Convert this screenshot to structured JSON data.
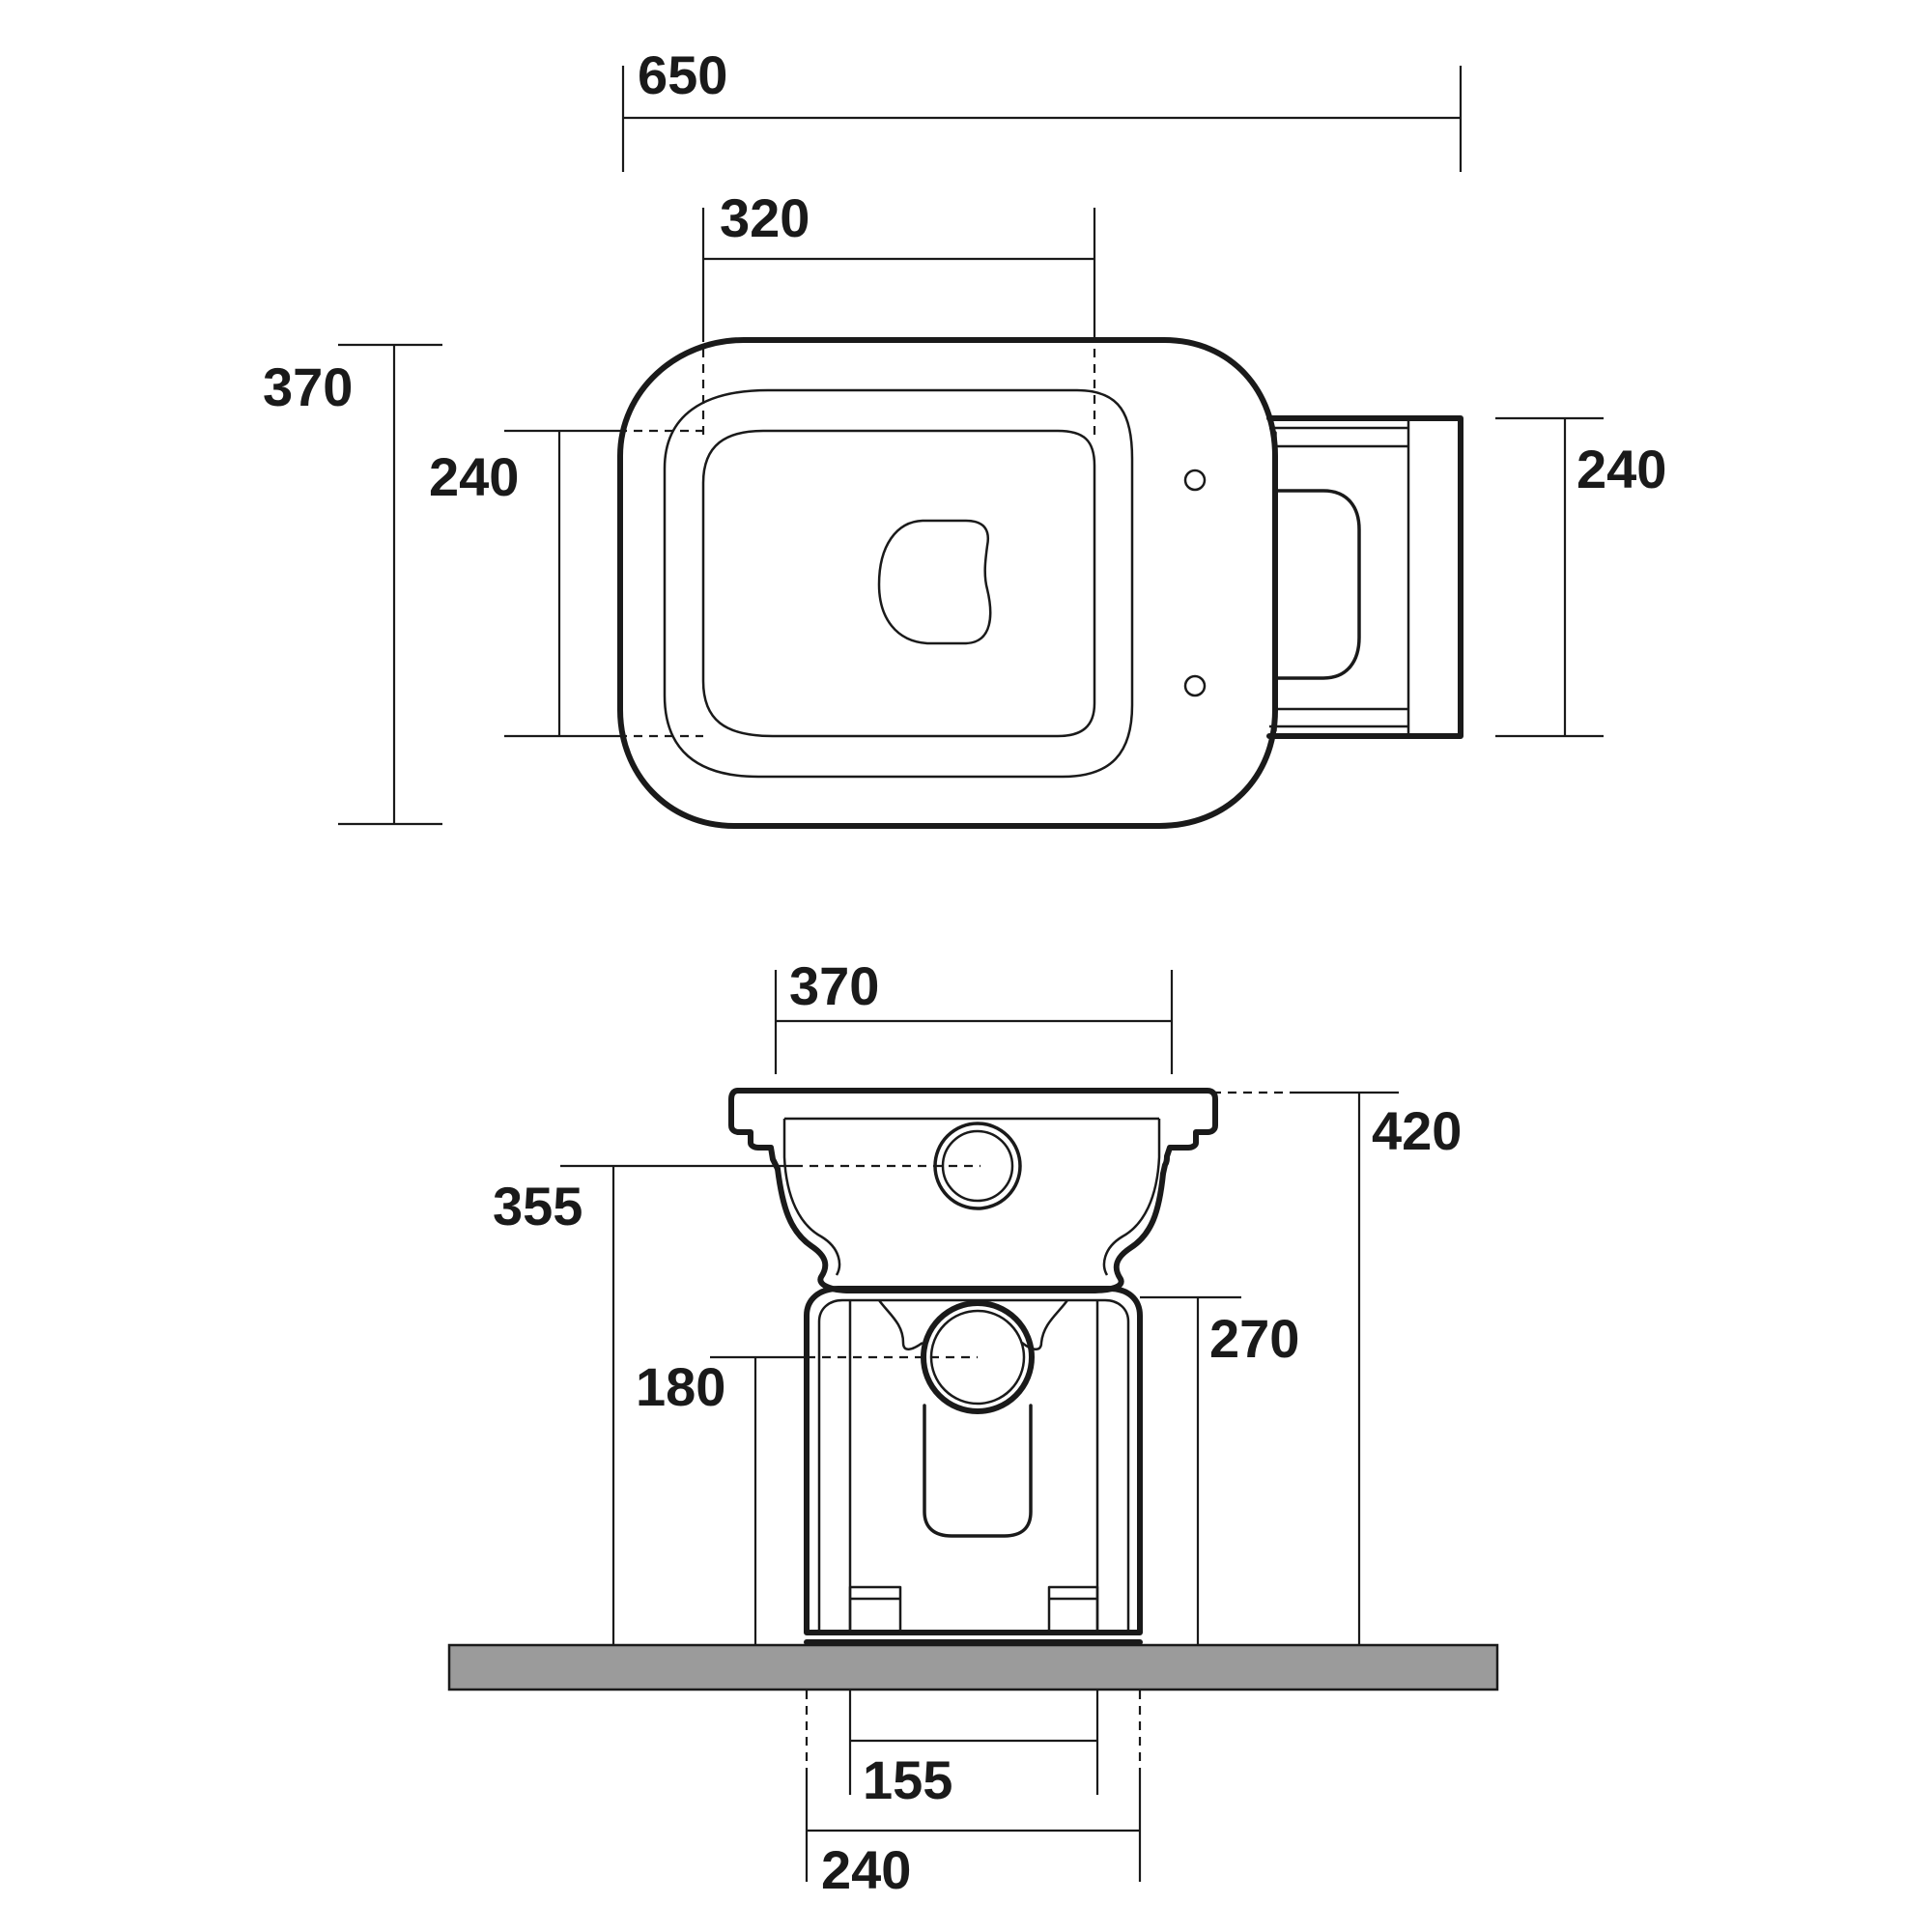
{
  "colors": {
    "line": "#1a1a1a",
    "floor": "#9b9b9b",
    "background": "#ffffff"
  },
  "plan_view": {
    "dim_overall_length": "650",
    "dim_bowl_length": "320",
    "dim_overall_width": "370",
    "dim_bowl_width": "240",
    "dim_back_width": "240"
  },
  "front_view": {
    "dim_top_width": "370",
    "dim_overall_height": "420",
    "dim_inlet_height": "355",
    "dim_pedestal_height": "270",
    "dim_outlet_height": "180",
    "dim_fixing_centres": "155",
    "dim_base_width": "240"
  }
}
